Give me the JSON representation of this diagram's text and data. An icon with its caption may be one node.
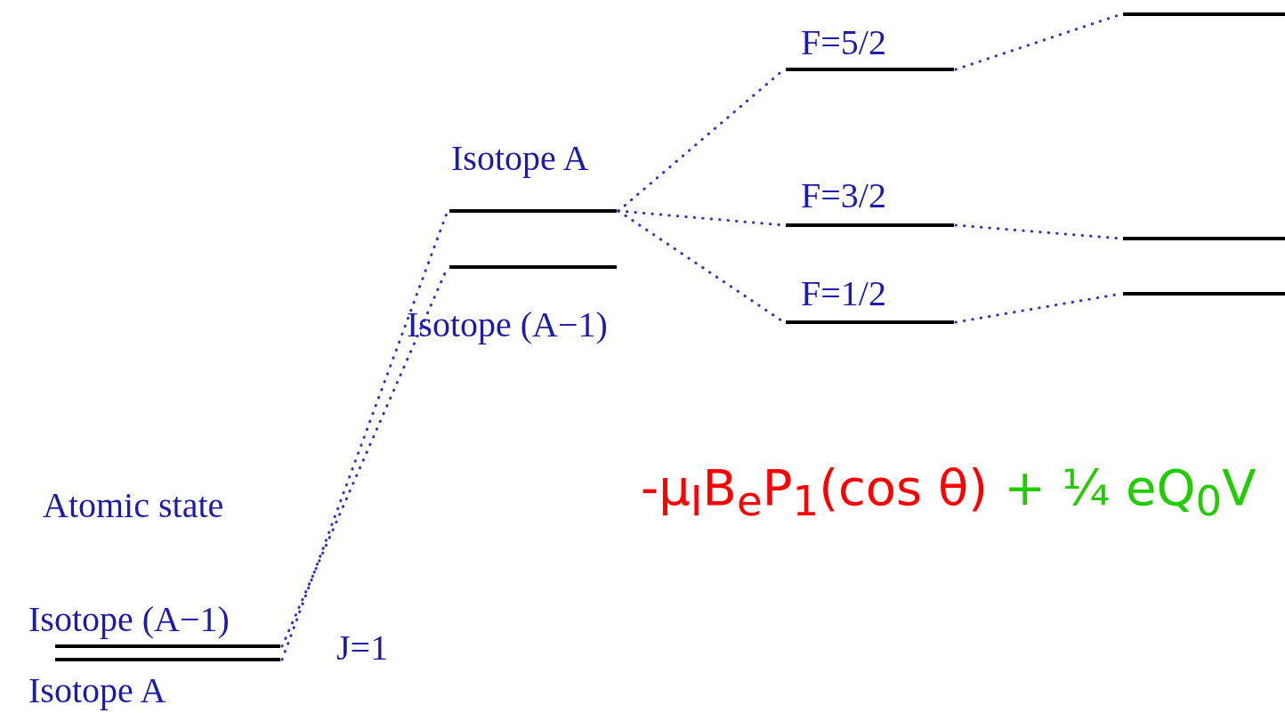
{
  "diagram": {
    "nodes": [
      {
        "text": [
          "Isotope (A−1)"
        ]
      },
      {
        "text": [
          "Isotope A"
        ]
      },
      {
        "text": [
          "Isotope A"
        ]
      },
      {
        "text": [
          "Isotope (A−1)"
        ]
      },
      {
        "text": [
          "F=5/2"
        ]
      },
      {
        "text": [
          "F=3/2"
        ]
      },
      {
        "text": [
          "F=1/2"
        ]
      },
      {
        "text": [],
        "shape": "bar"
      },
      {
        "text": [],
        "shape": "bar"
      },
      {
        "text": [],
        "shape": "bar"
      }
    ],
    "edges": [
      {
        "from": 0,
        "to": 3,
        "arrow": "none"
      },
      {
        "from": 1,
        "to": 2,
        "arrow": "none"
      },
      {
        "from": 2,
        "to": 4,
        "arrow": "none"
      },
      {
        "from": 2,
        "to": 5,
        "arrow": "none"
      },
      {
        "from": 2,
        "to": 6,
        "arrow": "none"
      },
      {
        "from": 4,
        "to": 7,
        "arrow": "none"
      },
      {
        "from": 5,
        "to": 8,
        "arrow": "none"
      },
      {
        "from": 6,
        "to": 9,
        "arrow": "none"
      }
    ],
    "labels": [
      "Atomic state",
      "J=1",
      "-μ$_{I}$B$_{e}$P$_{1}$(cos θ)",
      "+ ¼ eQ$_{0}$V"
    ]
  }
}
